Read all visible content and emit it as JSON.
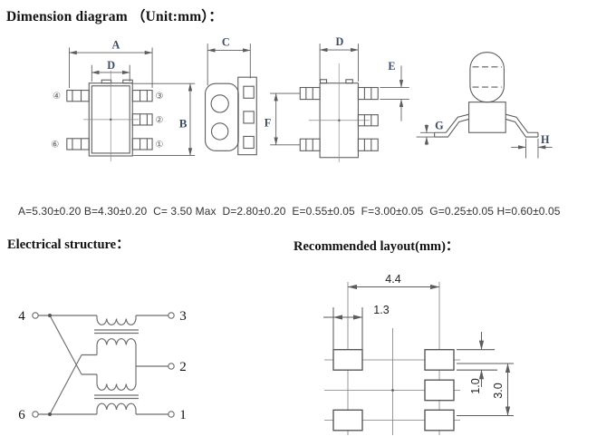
{
  "title": "Dimension diagram （Unit:mm）：",
  "dim_values": "A=5.30±0.20 B=4.30±0.20  C= 3.50 Max  D=2.80±0.20  E=0.55±0.05  F=3.00±0.05  G=0.25±0.05 H=0.60±0.05",
  "views": {
    "top": {
      "dim_a": "A",
      "dim_d": "D",
      "dim_b": "B",
      "pin4": "④",
      "pin3": "③",
      "pin2": "②",
      "pin6": "⑥",
      "pin1": "①"
    },
    "end": {
      "dim_c": "C"
    },
    "front": {
      "dim_d": "D",
      "dim_e": "E",
      "dim_f": "F"
    },
    "side": {
      "dim_g": "G",
      "dim_h": "H"
    }
  },
  "electrical": {
    "heading": "Electrical structure：",
    "pin4": "4",
    "pin6": "6",
    "pin3": "3",
    "pin2": "2",
    "pin1": "1"
  },
  "layout": {
    "heading": "Recommended layout(mm)：",
    "dim_width": "4.4",
    "dim_pad_width": "1.3",
    "dim_pad_height": "1.0",
    "dim_row_span": "3.0"
  },
  "colors": {
    "line": "#5d5d5d",
    "dim_letter": "#3e4a63",
    "text": "#111111"
  }
}
